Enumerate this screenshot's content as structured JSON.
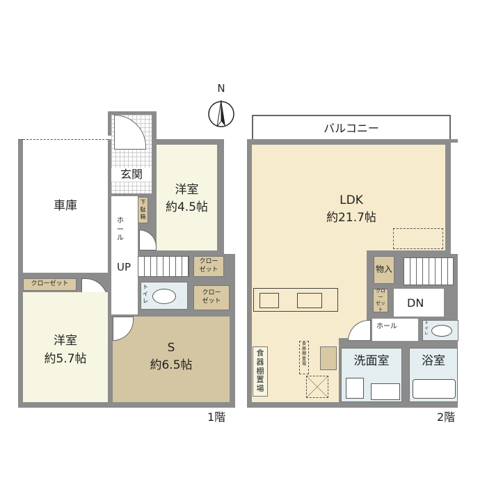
{
  "compass": {
    "label": "N"
  },
  "floor1": {
    "label": "1階",
    "rooms": {
      "garage": "車庫",
      "entrance": "玄関",
      "shoe_box": "下\n駄\n箱",
      "hall": "ホ\nー\nル",
      "western_room_a": {
        "name": "洋室",
        "size": "約4.5帖"
      },
      "western_room_b": {
        "name": "洋室",
        "size": "約5.7帖"
      },
      "closet_a": "クローゼット",
      "closet_b": "クロー\nゼット",
      "closet_c": "クロー\nゼット",
      "toilet": "ト\nイ\nレ",
      "storage": {
        "name": "S",
        "size": "約6.5帖"
      },
      "stairs": "UP"
    }
  },
  "floor2": {
    "label": "2階",
    "rooms": {
      "balcony": "バルコニー",
      "ldk": {
        "name": "LDK",
        "size": "約21.7帖"
      },
      "storage": "物入",
      "closet": "クロー\nゼット",
      "stairs": "DN",
      "hall": "ホール",
      "toilet": "ト\nイ\nレ",
      "washroom": "洗面室",
      "bathroom": "浴室",
      "cupboard_space": "食\n器\n棚\n置\n場",
      "cupboard_space_small": "食\n器\n棚\n置\n場"
    }
  },
  "colors": {
    "wall": "#8c8c8c",
    "ldk": "#f6ebcc",
    "western": "#f7f6e2",
    "storage": "#d4c6a2",
    "wet": "#e4eef0",
    "closet": "#d8c9a3"
  }
}
